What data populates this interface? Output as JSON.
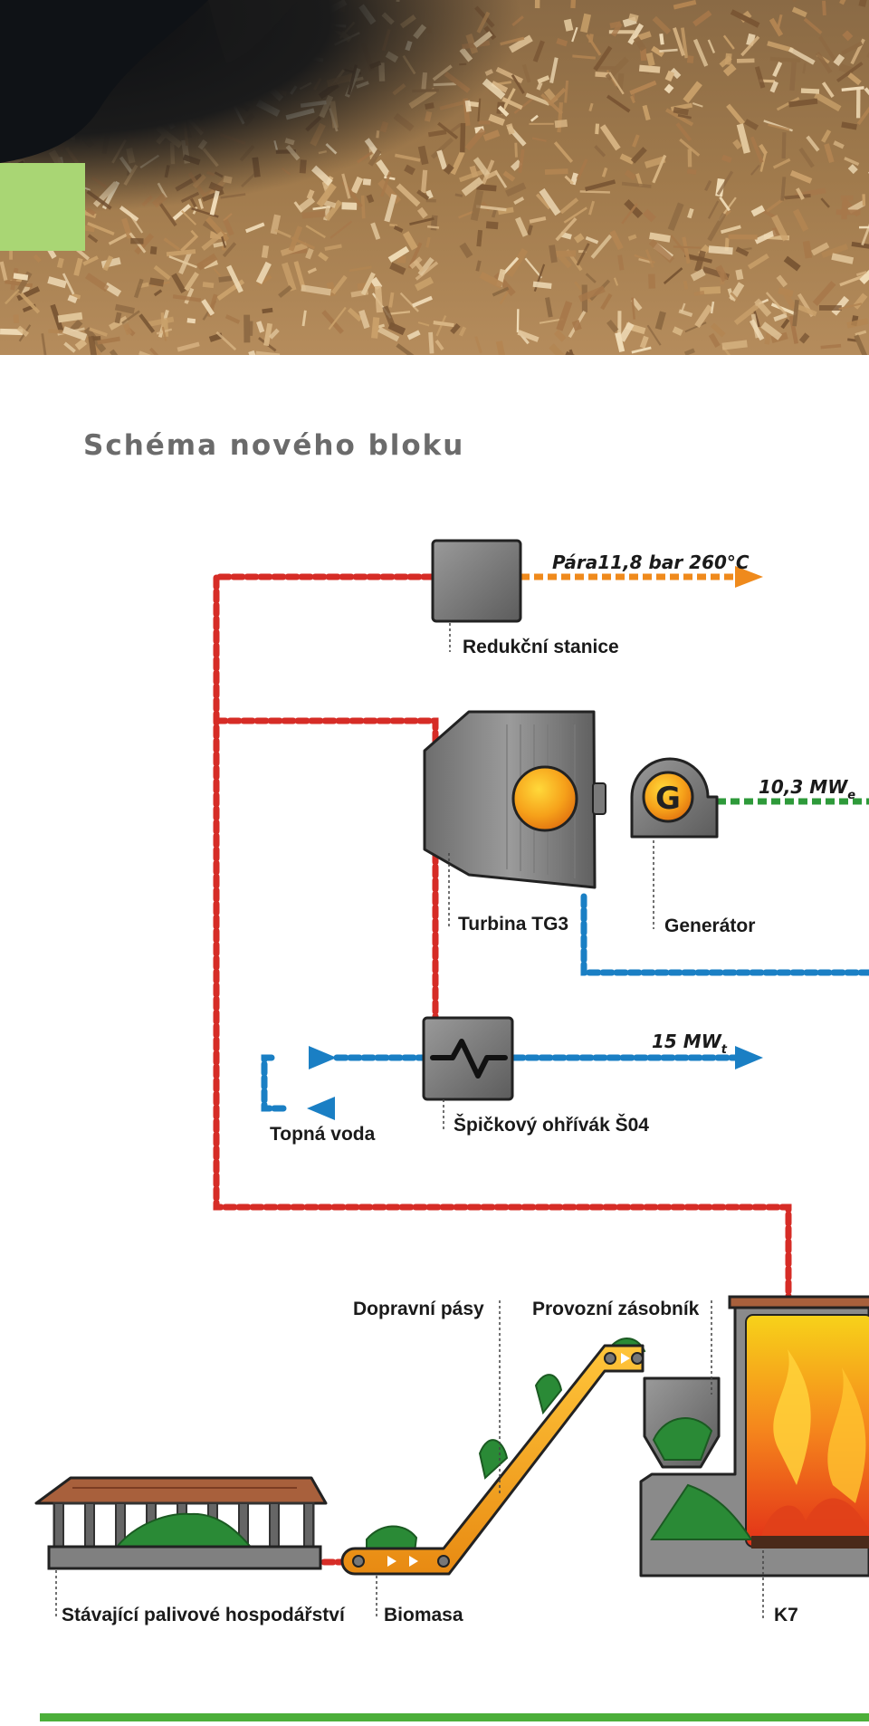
{
  "page": {
    "title": "Schéma nového bloku",
    "colors": {
      "steam": "#d62c26",
      "water": "#1a7fc4",
      "power": "#2e9a3a",
      "export_steam": "#ef8a1c",
      "accent_green": "#a9d674"
    }
  },
  "diagram": {
    "reduction_station": {
      "label": "Redukční stanice"
    },
    "steam_output": {
      "label": "Pára11,8 bar 260°C"
    },
    "turbine": {
      "label": "Turbina TG3"
    },
    "generator": {
      "label": "Generátor",
      "symbol": "G"
    },
    "power_output": {
      "label_main": "10,3 MW",
      "label_sub": "e"
    },
    "heater": {
      "label": "Špičkový ohřívák Š04"
    },
    "heat_output": {
      "label_main": "15 MW",
      "label_sub": "t"
    },
    "heating_water": {
      "label": "Topná voda"
    },
    "conveyors": {
      "label": "Dopravní pásy"
    },
    "hopper": {
      "label": "Provozní zásobník"
    },
    "fuel_yard": {
      "label": "Stávající palivové hospodářství"
    },
    "biomass": {
      "label": "Biomasa"
    },
    "boiler": {
      "label": "K7"
    }
  }
}
